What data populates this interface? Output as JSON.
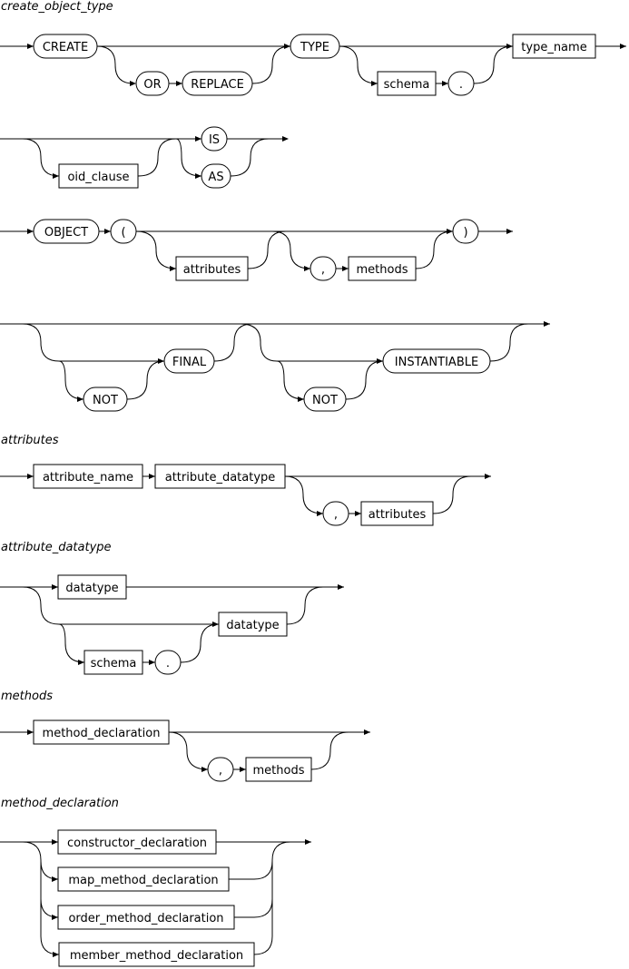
{
  "titles": {
    "create_object_type": "create_object_type",
    "attributes": "attributes",
    "attribute_datatype": "attribute_datatype",
    "methods": "methods",
    "method_declaration": "method_declaration"
  },
  "keywords": {
    "create": "CREATE",
    "or": "OR",
    "replace": "REPLACE",
    "type": "TYPE",
    "is": "IS",
    "as": "AS",
    "object": "OBJECT",
    "lparen": "(",
    "rparen": ")",
    "comma": ",",
    "dot": ".",
    "not": "NOT",
    "final": "FINAL",
    "instantiable": "INSTANTIABLE"
  },
  "nonterminals": {
    "schema": "schema",
    "type_name": "type_name",
    "oid_clause": "oid_clause",
    "attributes": "attributes",
    "methods": "methods",
    "attribute_name": "attribute_name",
    "attribute_datatype": "attribute_datatype",
    "datatype": "datatype",
    "method_declaration": "method_declaration",
    "constructor_declaration": "constructor_declaration",
    "map_method_declaration": "map_method_declaration",
    "order_method_declaration": "order_method_declaration",
    "member_method_declaration": "member_method_declaration"
  }
}
